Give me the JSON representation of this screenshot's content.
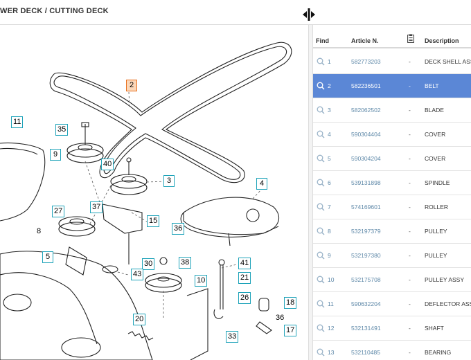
{
  "breadcrumb": "WER DECK / CUTTING DECK",
  "icons": {
    "splitter": "split-panel-icon",
    "find": "magnifier-icon",
    "attachment": "clipboard-icon"
  },
  "colors": {
    "accent": "#1ea3b9",
    "selected_row": "#5b87d6",
    "selected_callout": "#fbd7b8",
    "link": "#5e88a8"
  },
  "table": {
    "headers": {
      "find": "Find",
      "article": "Article N.",
      "description": "Description"
    },
    "rows": [
      {
        "find": "1",
        "article": "582773203",
        "dash": "-",
        "description": "DECK SHELL ASS",
        "selected": false
      },
      {
        "find": "2",
        "article": "582236501",
        "dash": "-",
        "description": "BELT",
        "selected": true
      },
      {
        "find": "3",
        "article": "582062502",
        "dash": "-",
        "description": "BLADE",
        "selected": false
      },
      {
        "find": "4",
        "article": "590304404",
        "dash": "-",
        "description": "COVER",
        "selected": false
      },
      {
        "find": "5",
        "article": "590304204",
        "dash": "-",
        "description": "COVER",
        "selected": false
      },
      {
        "find": "6",
        "article": "539131898",
        "dash": "-",
        "description": "SPINDLE",
        "selected": false
      },
      {
        "find": "7",
        "article": "574169601",
        "dash": "-",
        "description": "ROLLER",
        "selected": false
      },
      {
        "find": "8",
        "article": "532197379",
        "dash": "-",
        "description": "PULLEY",
        "selected": false
      },
      {
        "find": "9",
        "article": "532197380",
        "dash": "-",
        "description": "PULLEY",
        "selected": false
      },
      {
        "find": "10",
        "article": "532175708",
        "dash": "-",
        "description": "PULLEY ASSY",
        "selected": false
      },
      {
        "find": "11",
        "article": "590632204",
        "dash": "-",
        "description": "DEFLECTOR ASS",
        "selected": false
      },
      {
        "find": "12",
        "article": "532131491",
        "dash": "-",
        "description": "SHAFT",
        "selected": false
      },
      {
        "find": "13",
        "article": "532110485",
        "dash": "-",
        "description": "BEARING",
        "selected": false
      }
    ]
  },
  "diagram": {
    "callouts": [
      {
        "label": "2",
        "selected": true
      },
      {
        "label": "11",
        "selected": false
      },
      {
        "label": "35",
        "selected": false
      },
      {
        "label": "9",
        "selected": false
      },
      {
        "label": "40",
        "selected": false
      },
      {
        "label": "3",
        "selected": false
      },
      {
        "label": "4",
        "selected": false
      },
      {
        "label": "27",
        "selected": false
      },
      {
        "label": "37",
        "selected": false
      },
      {
        "label": "15",
        "selected": false
      },
      {
        "label": "36",
        "selected": false
      },
      {
        "label": "5",
        "selected": false
      },
      {
        "label": "30",
        "selected": false
      },
      {
        "label": "38",
        "selected": false
      },
      {
        "label": "43",
        "selected": false
      },
      {
        "label": "10",
        "selected": false
      },
      {
        "label": "41",
        "selected": false
      },
      {
        "label": "21",
        "selected": false
      },
      {
        "label": "26",
        "selected": false
      },
      {
        "label": "18",
        "selected": false
      },
      {
        "label": "20",
        "selected": false
      },
      {
        "label": "17",
        "selected": false
      },
      {
        "label": "33",
        "selected": false
      }
    ],
    "plain_labels": [
      "8",
      "36"
    ]
  }
}
